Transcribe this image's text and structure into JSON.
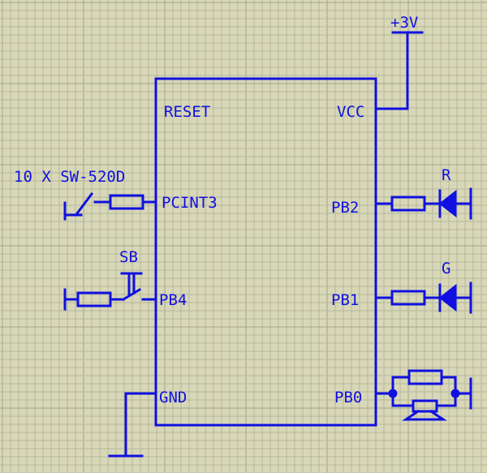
{
  "schematic": {
    "supply_label": "+3V",
    "pins_left": {
      "reset": "RESET",
      "pcint3": "PCINT3",
      "pb4": "PB4",
      "gnd": "GND"
    },
    "pins_right": {
      "vcc": "VCC",
      "pb2": "PB2",
      "pb1": "PB1",
      "pb0": "PB0"
    },
    "switch_label": "10 X SW-520D",
    "button_label": "SB",
    "led_red_label": "R",
    "led_green_label": "G"
  },
  "colors": {
    "background": "#d8d8b8",
    "grid_minor": "#b6b69c",
    "grid_major": "#a2a28a",
    "wire": "#1010e0"
  }
}
